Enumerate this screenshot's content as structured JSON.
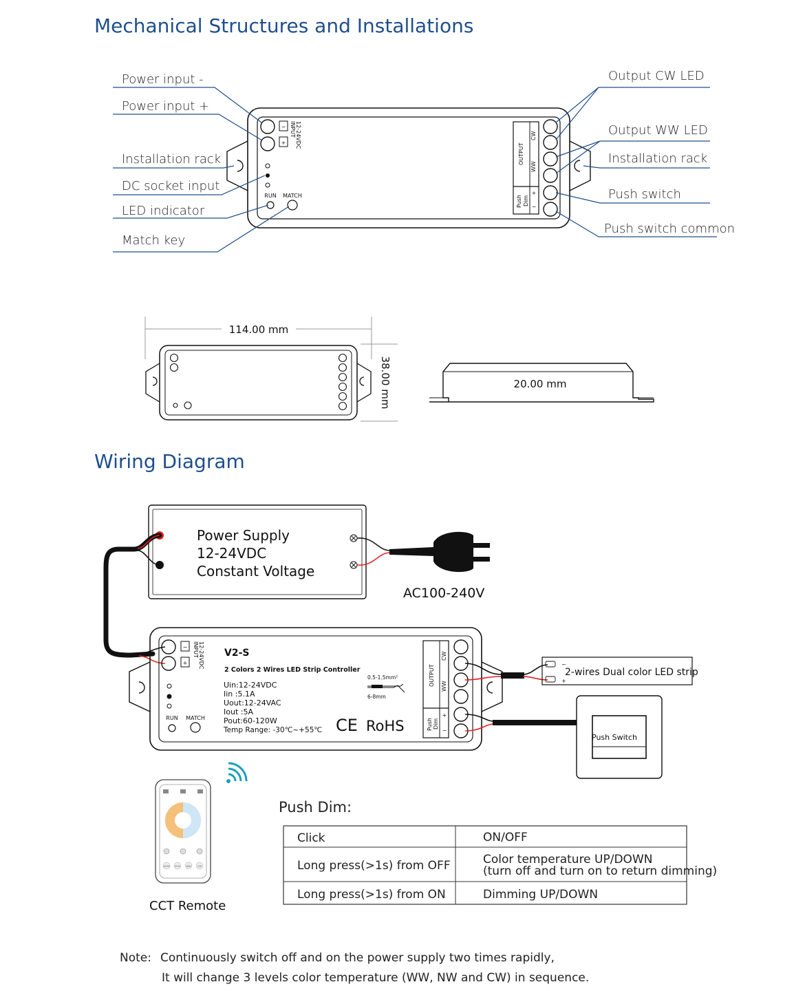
{
  "headings": {
    "mechanical": "Mechanical Structures and Installations",
    "wiring": "Wiring Diagram"
  },
  "mechanical_labels": {
    "power_minus": "Power input -",
    "power_plus": "Power input +",
    "install_rack_left": "Installation rack",
    "dc_socket": "DC socket input",
    "led_indicator": "LED indicator",
    "match_key": "Match key",
    "output_cw": "Output CW LED",
    "output_ww": "Output WW LED",
    "install_rack_right": "Installation rack",
    "push_switch": "Push switch",
    "push_switch_common": "Push switch common"
  },
  "device_marks": {
    "input": "INPUT",
    "voltage": "12-24VDC",
    "minus": "−",
    "plus": "+",
    "output": "OUTPUT",
    "cw": "CW",
    "ww": "WW",
    "push": "Push",
    "dim": "Dim",
    "run": "RUN",
    "match": "MATCH"
  },
  "dimensions": {
    "length": "114.00 mm",
    "width": "38.00 mm",
    "height": "20.00 mm"
  },
  "power_supply": {
    "line1": "Power Supply",
    "line2": "12-24VDC",
    "line3": "Constant Voltage",
    "ac": "AC100-240V"
  },
  "controller": {
    "model": "V2-S",
    "desc": "2 Colors 2 Wires LED Strip Controller",
    "specs": [
      "Uin:12-24VDC",
      "Iin :5.1A",
      "Uout:12-24VAC",
      "Iout :5A",
      "Pout:60-120W",
      "Temp Range: -30℃~+55℃"
    ],
    "wire_gauge": "0.5-1.5mm²",
    "strip_len": "6-8mm",
    "ce": "CE",
    "rohs": "RoHS"
  },
  "strip_label": "2-wires Dual color LED strip",
  "push_switch_label": "Push Switch",
  "remote_label": "CCT Remote",
  "remote_buttons": [
    "100%",
    "50%",
    "WW",
    "CW"
  ],
  "table": {
    "title": "Push Dim:",
    "rows": [
      {
        "action": "Click",
        "result": "ON/OFF",
        "result2": ""
      },
      {
        "action": "Long press(>1s) from OFF",
        "result": "Color temperature UP/DOWN",
        "result2": "(turn off and turn on to return dimming)"
      },
      {
        "action": "Long press(>1s) from ON",
        "result": "Dimming UP/DOWN",
        "result2": ""
      }
    ]
  },
  "note": {
    "prefix": "Note:",
    "line1": "Continuously switch off and on the power supply two times rapidly,",
    "line2": "It will change 3 levels color temperature (WW, NW and CW) in sequence."
  },
  "colors": {
    "heading": "#1f4f8b",
    "leader": "#1f4f8b",
    "wire_red": "#e0201e",
    "wire_black": "#111111"
  }
}
